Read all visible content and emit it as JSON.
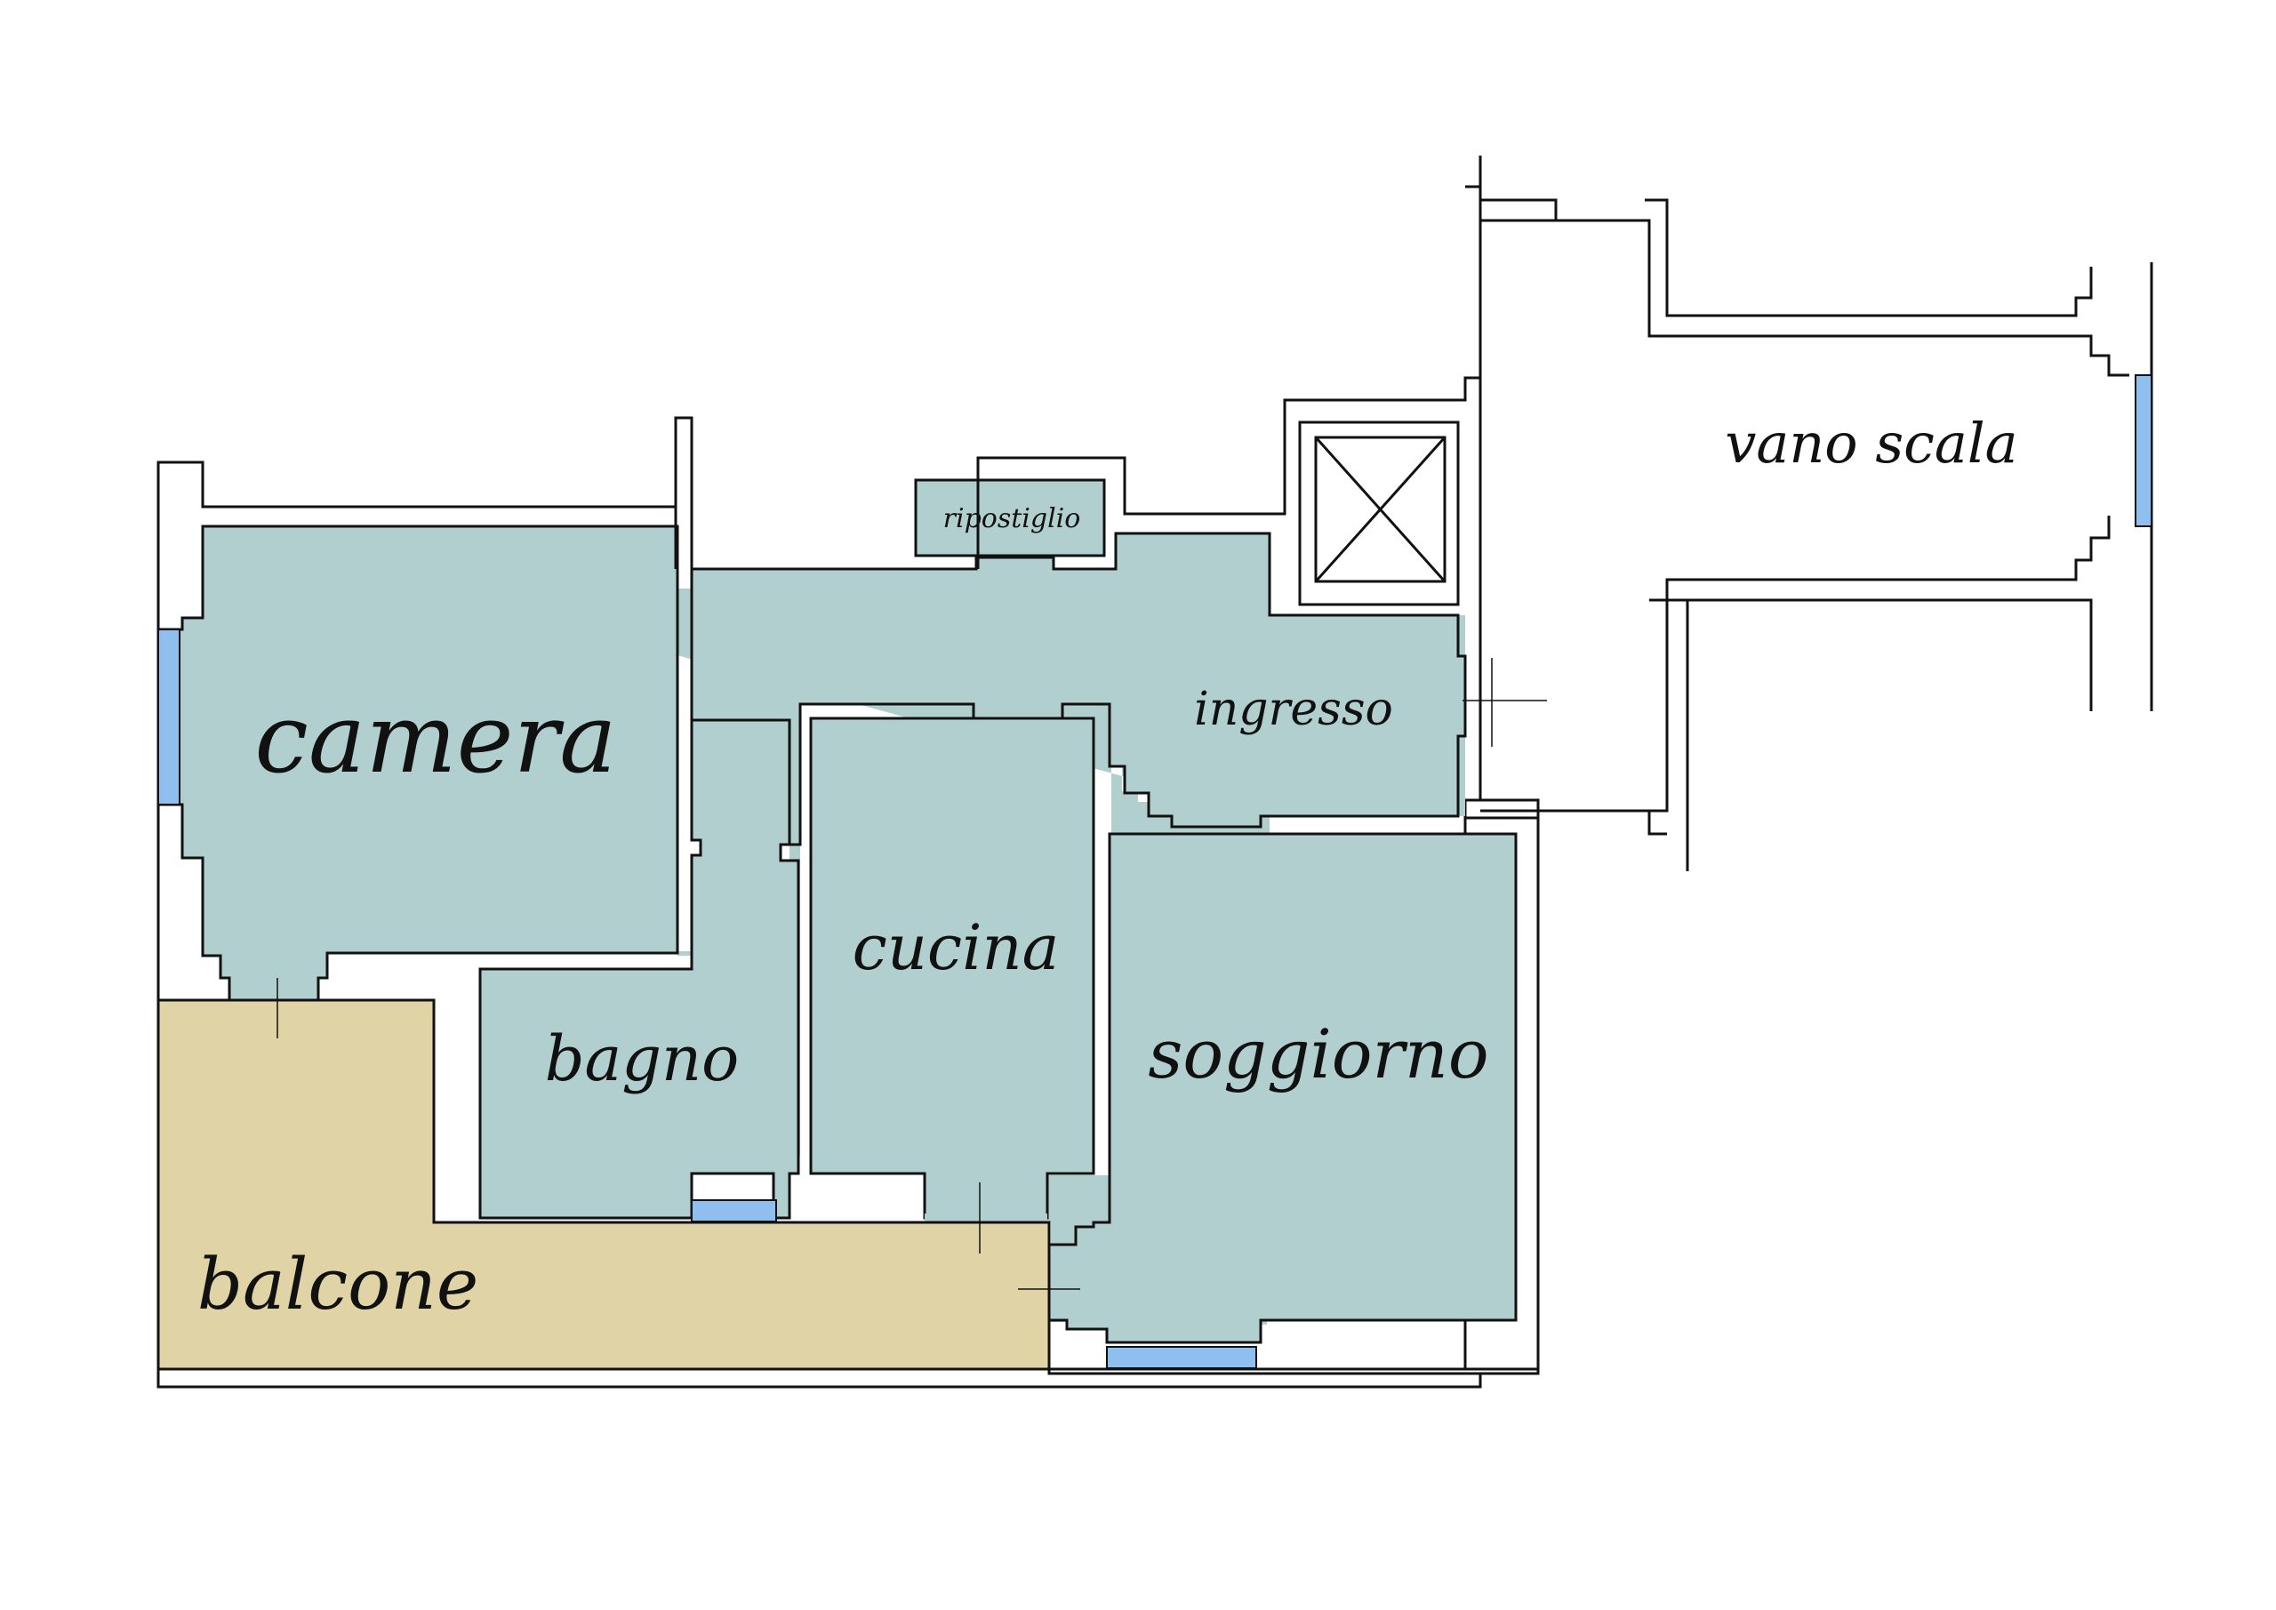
{
  "rooms": {
    "camera": "camera",
    "bagno": "bagno",
    "cucina": "cucina",
    "soggiorno": "soggiorno",
    "ingresso": "ingresso",
    "ripostiglio": "ripostiglio",
    "balcone": "balcone",
    "vano_scala": "vano scala"
  },
  "colors": {
    "interior": "#b2cfcf",
    "balcony": "#e0d3a6",
    "window": "#8fbfee",
    "wall": "#ffffff",
    "line": "#111111"
  }
}
